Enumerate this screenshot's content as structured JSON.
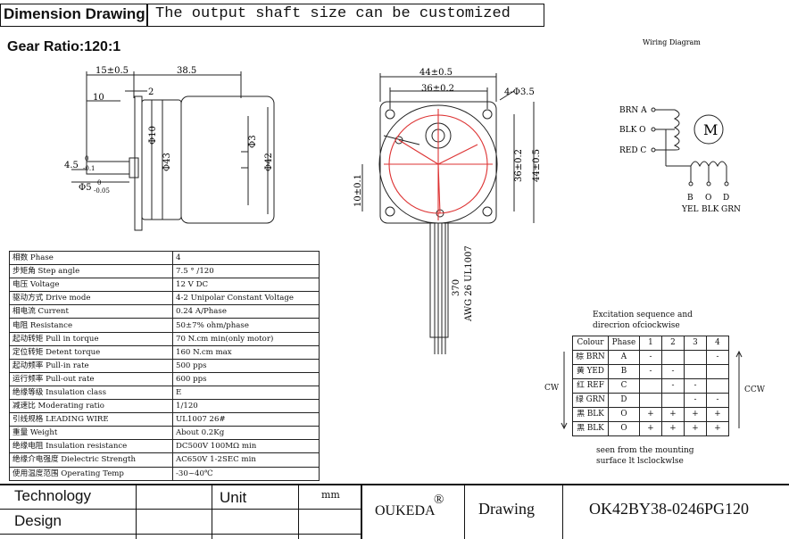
{
  "header": {
    "title": "Dimension Drawing",
    "note": "The output shaft size can be customized"
  },
  "gear_ratio": "Gear Ratio:120:1",
  "side_view": {
    "dim_15": "15±0.5",
    "dim_38": "38.5",
    "dim_10": "10",
    "dim_2": "2",
    "dim_phi10": "Φ10",
    "dim_phi43": "Φ43",
    "dim_phi3": "Φ3",
    "dim_phi42": "Φ42",
    "dim_45": "4.5",
    "dim_45_tol_up": "0",
    "dim_45_tol_low": "-0.1",
    "dim_phi5": "Φ5",
    "dim_phi5_tol_up": "0",
    "dim_phi5_tol_low": "-0.05"
  },
  "front_view": {
    "dim_44_top": "44±0.5",
    "dim_36_top": "36±0.2",
    "dim_holes": "4-Φ3.5",
    "dim_36_side": "36±0.2",
    "dim_44_side": "44±0.5",
    "dim_10": "10±0.1",
    "lead_length": "370",
    "lead_spec": "AWG 26 UL1007"
  },
  "wiring": {
    "title": "Wiring Diagram",
    "brn": "BRN A",
    "blk": "BLK O",
    "red": "RED C",
    "motor": "M",
    "b": "B",
    "o": "O",
    "d": "D",
    "yel_lbl": "YEL",
    "blk_lbl": "BLK",
    "grn_lbl": "GRN"
  },
  "specs": [
    {
      "k": "相数 Phase",
      "v": "4"
    },
    {
      "k": "步矩角 Step angle",
      "v": "7.5 ° /120"
    },
    {
      "k": "电压 Voltage",
      "v": "12 V DC"
    },
    {
      "k": "驱动方式  Drive mode",
      "v": "4-2 Unipolar Constant Voltage"
    },
    {
      "k": "相电流 Current",
      "v": "0.24 A/Phase"
    },
    {
      "k": "电阻 Resistance",
      "v": "50±7%  ohm/phase"
    },
    {
      "k": "起动转矩 Pull in torque",
      "v": "70 N.cm min(only motor)"
    },
    {
      "k": "定位转矩 Detent torque",
      "v": "160 N.cm max"
    },
    {
      "k": "起动频率  Pull-in rate",
      "v": "500 pps"
    },
    {
      "k": "运行频率  Pull-out rate",
      "v": "600 pps"
    },
    {
      "k": "绝缘等级 Insulation class",
      "v": "E"
    },
    {
      "k": "减速比 Moderating ratio",
      "v": "1/120"
    },
    {
      "k": "引线规格 LEADING WIRE",
      "v": "UL1007 26#"
    },
    {
      "k": "重量 Weight",
      "v": "About 0.2Kg"
    },
    {
      "k": "绝缘电阻 Insulation resistance",
      "v": "DC500V 100MΩ  min"
    },
    {
      "k": "绝缘介电强度 Dielectric Strength",
      "v": "AC650V 1-2SEC  min"
    },
    {
      "k": "使用温度范围   Operating Temp",
      "v": "-30~40℃"
    }
  ],
  "excitation": {
    "title_line1": "Excitation sequence and",
    "title_line2": "direcrion ofciockwise",
    "cw": "CW",
    "ccw": "CCW",
    "headers": [
      "Colour",
      "Phase",
      "1",
      "2",
      "3",
      "4"
    ],
    "rows": [
      [
        "棕 BRN",
        "A",
        "-",
        "",
        "",
        "-"
      ],
      [
        "黄 YED",
        "B",
        "-",
        "-",
        "",
        ""
      ],
      [
        "红 REF",
        "C",
        "",
        "-",
        "-",
        ""
      ],
      [
        "绿 GRN",
        "D",
        "",
        "",
        "-",
        "-"
      ],
      [
        "黑 BLK",
        "O",
        "+",
        "+",
        "+",
        "+"
      ],
      [
        "黑 BLK",
        "O",
        "+",
        "+",
        "+",
        "+"
      ]
    ],
    "note_line1": "seen from the mounting",
    "note_line2": "surface lt lsclockwlse"
  },
  "footer": {
    "technology": "Technology",
    "design": "Design",
    "unit": "Unit",
    "mm": "mm",
    "brand": "OUKEDA",
    "brand_mark": "®",
    "drawing": "Drawing",
    "model": "OK42BY38-0246PG120"
  }
}
